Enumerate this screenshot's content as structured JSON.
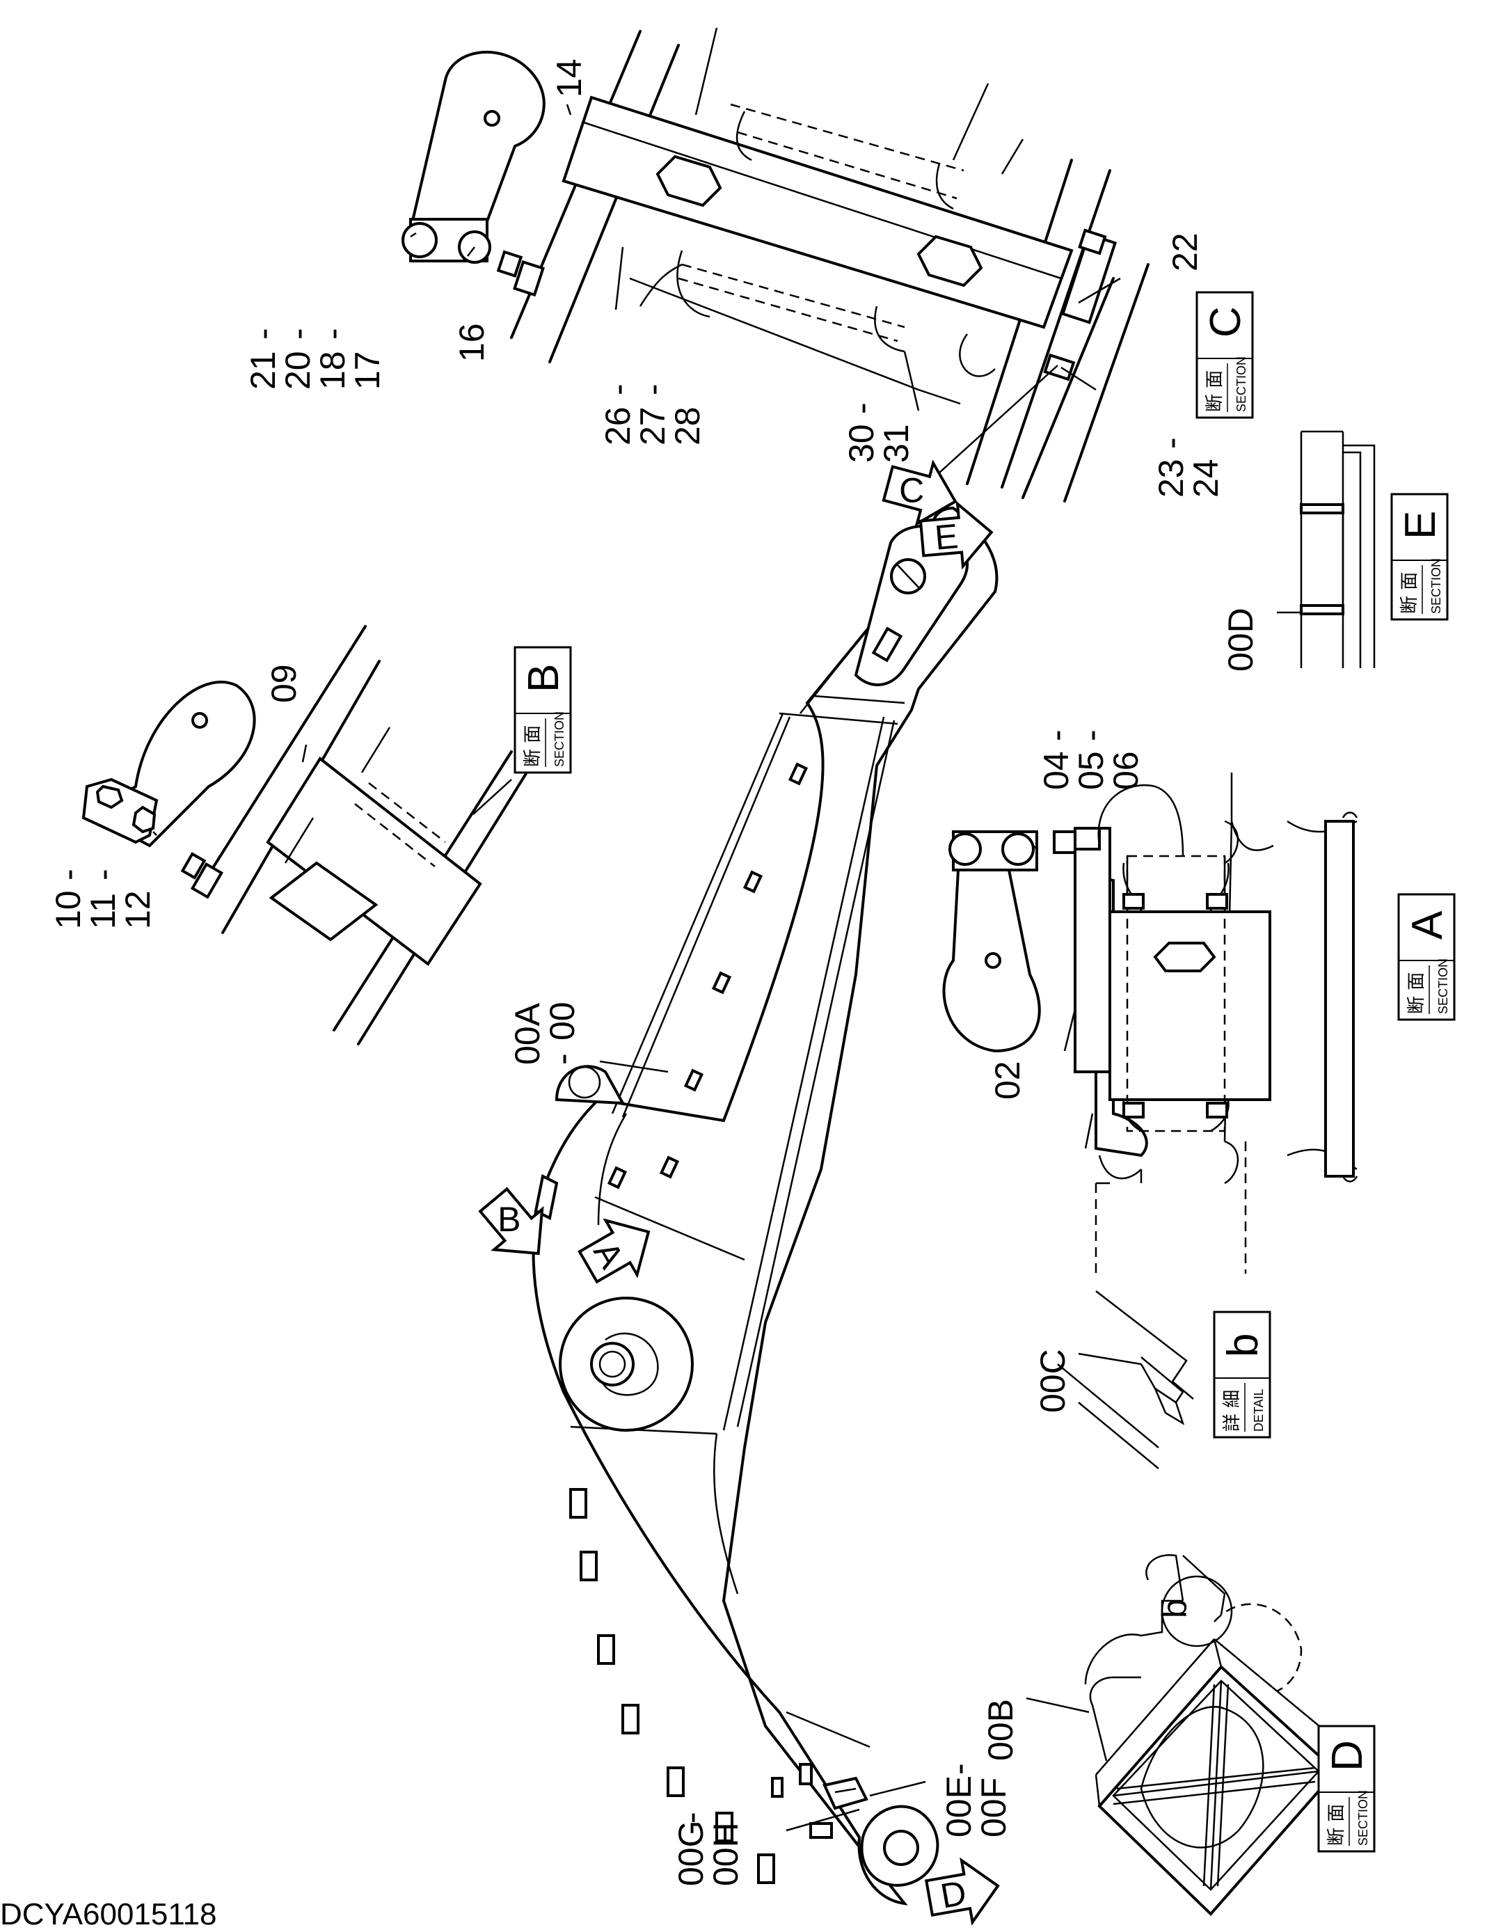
{
  "drawing_code": "DCYA60015118",
  "section_word_jp": "断 面",
  "section_word_en": "SECTION",
  "detail_word_jp": "詳 細",
  "detail_word_en": "DETAIL",
  "views": {
    "A": "A",
    "B": "B",
    "C": "C",
    "D": "D",
    "E": "E",
    "b": "b"
  },
  "part_labels": {
    "p00A": "00A",
    "p00": "00",
    "p00B": "00B",
    "p00C": "00C",
    "p00D": "00D",
    "p00E": "00E",
    "p00F": "00F",
    "p00G": "00G",
    "p00H": "00H",
    "p02": "02",
    "p04": "04",
    "p05": "05",
    "p06": "06",
    "p09": "09",
    "p10": "10",
    "p11": "11",
    "p12": "12",
    "p14": "14",
    "p16": "16",
    "p17": "17",
    "p18": "18",
    "p20": "20",
    "p21": "21",
    "p22": "22",
    "p23": "23",
    "p24": "24",
    "p26": "26",
    "p27": "27",
    "p28": "28",
    "p30": "30",
    "p31": "31"
  },
  "dash": "-"
}
